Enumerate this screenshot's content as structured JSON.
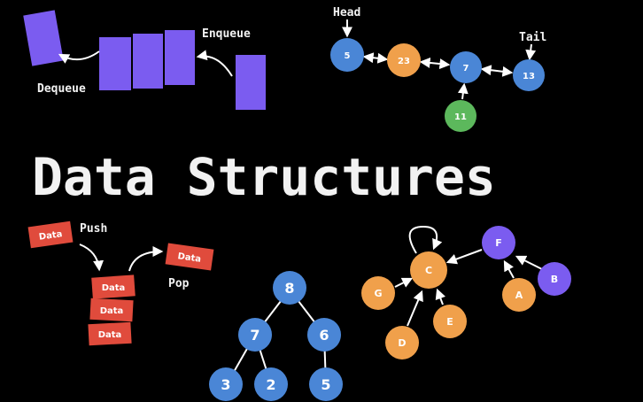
{
  "title": "Data Structures",
  "colors": {
    "queue": "#7b5cf0",
    "ll_blue": "#4a86d6",
    "ll_orange": "#f0a04b",
    "ll_green": "#5cb85c",
    "stack": "#e04b3c",
    "tree": "#4a86d6",
    "graph_orange": "#f0a04b",
    "graph_purple": "#7b5cf0",
    "edge": "#ffffff"
  },
  "queue": {
    "dequeue_label": "Dequeue",
    "enqueue_label": "Enqueue"
  },
  "linked_list": {
    "head_label": "Head",
    "tail_label": "Tail",
    "nodes": [
      {
        "id": "5",
        "label": "5",
        "color": "blue"
      },
      {
        "id": "23",
        "label": "23",
        "color": "orange"
      },
      {
        "id": "7",
        "label": "7",
        "color": "blue"
      },
      {
        "id": "13",
        "label": "13",
        "color": "blue"
      },
      {
        "id": "11",
        "label": "11",
        "color": "green"
      }
    ]
  },
  "stack": {
    "push_label": "Push",
    "pop_label": "Pop",
    "pushed_item": "Data",
    "popped_item": "Data",
    "items": [
      "Data",
      "Data",
      "Data"
    ]
  },
  "tree": {
    "nodes": [
      "8",
      "7",
      "6",
      "3",
      "2",
      "5"
    ]
  },
  "graph": {
    "nodes": [
      {
        "id": "C",
        "color": "orange"
      },
      {
        "id": "F",
        "color": "purple"
      },
      {
        "id": "G",
        "color": "orange"
      },
      {
        "id": "A",
        "color": "orange"
      },
      {
        "id": "B",
        "color": "purple"
      },
      {
        "id": "D",
        "color": "orange"
      },
      {
        "id": "E",
        "color": "orange"
      }
    ]
  }
}
